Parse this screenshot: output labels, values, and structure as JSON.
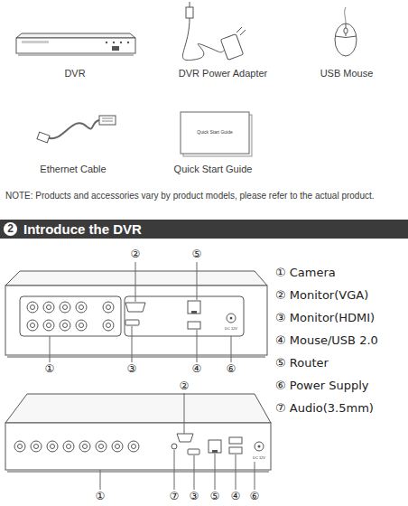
{
  "diagram": {
    "nodes": [
      {
        "text": [
          "2",
          "Introduce the DVR"
        ]
      }
    ],
    "labels": [
      "DVR",
      "DVR Power Adapter",
      "USB Mouse",
      "Ethernet Cable",
      "Quick Start Guide",
      "Quick Start Guide",
      "NOTE: Products and accessories vary by product models, please refer to the actual product.",
      "DC 12V",
      "DC 12V",
      "②",
      "⑤",
      "①",
      "③",
      "④",
      "⑥",
      "②",
      "①",
      "⑦",
      "③",
      "⑤",
      "④",
      "⑥",
      "① Camera",
      "② Monitor(VGA)",
      "③ Monitor(HDMI)",
      "④ Mouse/USB 2.0",
      "⑤ Router",
      "⑥ Power Supply",
      "⑦ Audio(3.5mm)"
    ]
  }
}
